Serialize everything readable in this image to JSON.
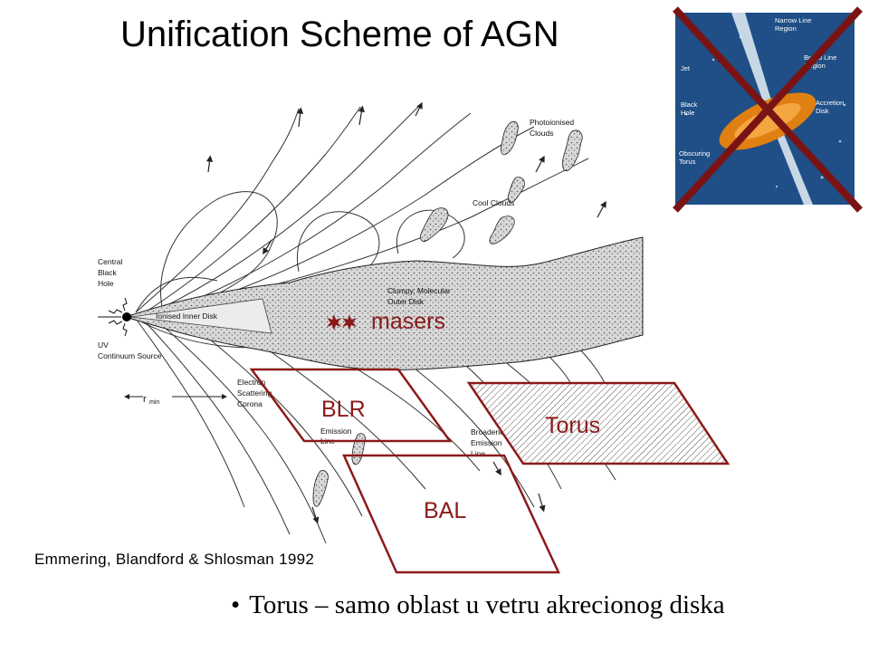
{
  "slide": {
    "title": "Unification Scheme of AGN",
    "citation": "Emmering, Blandford & Shlosman 1992",
    "bullet_marker": "•",
    "bullet": "Torus – samo oblast u vetru akrecionog diska"
  },
  "diagram": {
    "central_label": [
      "Central",
      "Black",
      "Hole"
    ],
    "uv_label": [
      "UV",
      "Continuum Source"
    ],
    "inner_disk": "Ionised Inner Disk",
    "outer_disk": [
      "Clumpy, Molecular",
      "Outer Disk"
    ],
    "photoionised": [
      "Photoionised",
      "Clouds"
    ],
    "cool_clouds": "Cool Clouds",
    "rmin": "r",
    "rmin_sub": "min",
    "corona": [
      "Electron",
      "Scattering",
      "Corona"
    ],
    "emission": [
      "Emission",
      "Line"
    ],
    "broadened": [
      "Broadened",
      "Emission",
      "Line"
    ]
  },
  "overlays": {
    "masers": "masers",
    "blr": "BLR",
    "torus": "Torus",
    "bal": "BAL",
    "accent_color": "#8b1a1a"
  },
  "inset": {
    "labels": {
      "narrow_line": [
        "Narrow Line",
        "Region"
      ],
      "jet": "Jet",
      "broad_line": [
        "Broad Line",
        "Region"
      ],
      "black_hole": [
        "Black",
        "Hole"
      ],
      "accretion": [
        "Accretion",
        "Disk"
      ],
      "torus": [
        "Obscuring",
        "Torus"
      ]
    },
    "background_color": "#1f4f86",
    "cross_color": "#7a1414"
  }
}
